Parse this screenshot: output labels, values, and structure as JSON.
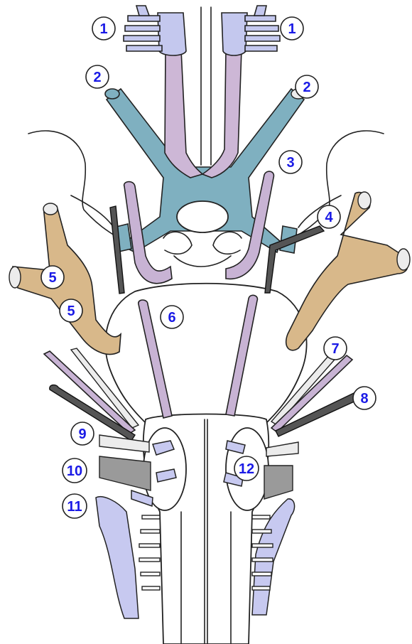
{
  "labels": [
    {
      "text": "1"
    },
    {
      "text": "1"
    },
    {
      "text": "2"
    },
    {
      "text": "2"
    },
    {
      "text": "3"
    },
    {
      "text": "4"
    },
    {
      "text": "5"
    },
    {
      "text": "5"
    },
    {
      "text": "6"
    },
    {
      "text": "7"
    },
    {
      "text": "8"
    },
    {
      "text": "9"
    },
    {
      "text": "10"
    },
    {
      "text": "11"
    },
    {
      "text": "12"
    }
  ],
  "colors": {
    "label_text": "#1a1ae6",
    "olfactory": "#cdb7d6",
    "bulb": "#c4c8ee",
    "optic": "#7fb0c0",
    "violet": "#c8b3d4",
    "dark": "#555555",
    "tan": "#d8b88a",
    "lavender": "#c7c9f0"
  }
}
